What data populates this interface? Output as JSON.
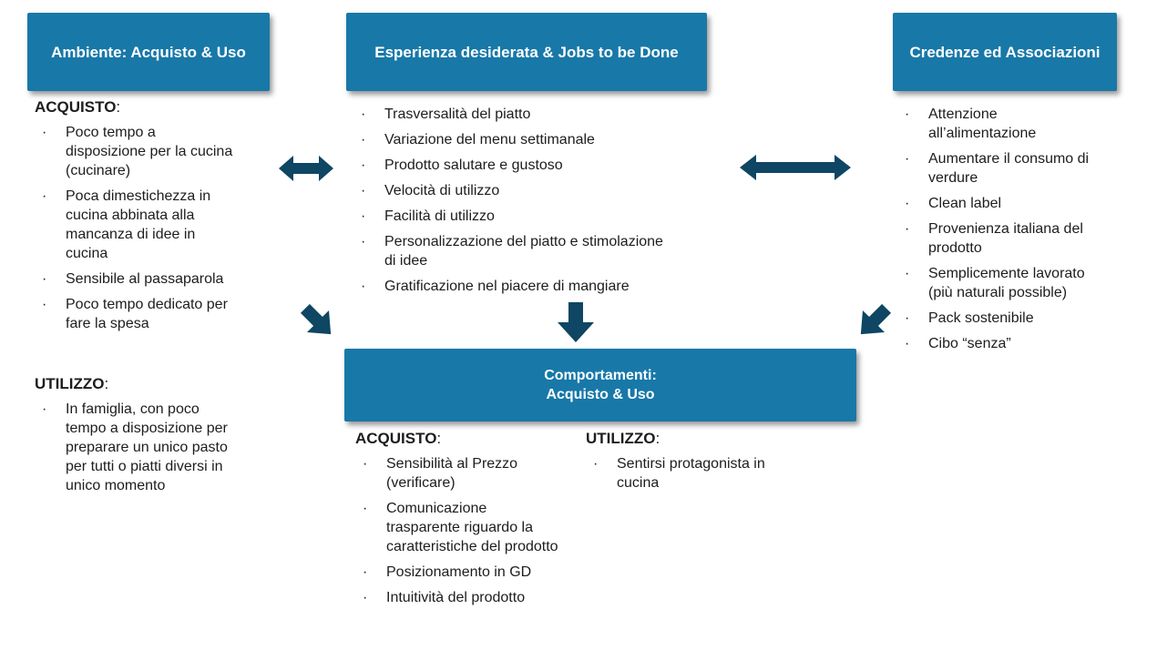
{
  "tokens": {
    "bullet": "·",
    "colon": ":"
  },
  "colors": {
    "header_blue": "#1878A8",
    "arrow_navy": "#0E4663",
    "text_dark": "#1D1D1D",
    "title_white": "#FFFFFF"
  },
  "panels": {
    "left": {
      "title": "Ambiente: Acquisto & Uso",
      "sections": [
        {
          "heading": "ACQUISTO",
          "items": [
            "Poco tempo a disposizione per la cucina (cucinare)",
            "Poca dimestichezza in cucina abbinata alla mancanza di idee in cucina",
            "Sensibile al passaparola",
            "Poco tempo dedicato per fare la spesa"
          ]
        },
        {
          "heading": "UTILIZZO",
          "items": [
            "In famiglia, con poco tempo a disposizione per preparare un unico pasto per tutti o piatti diversi in unico momento"
          ]
        }
      ]
    },
    "middle": {
      "title": "Esperienza desiderata & Jobs to be Done",
      "items": [
        "Trasversalità del piatto",
        "Variazione del menu settimanale",
        "Prodotto salutare e gustoso",
        "Velocità di utilizzo",
        "Facilità di utilizzo",
        "Personalizzazione del piatto e stimolazione di idee",
        "Gratificazione nel piacere di mangiare"
      ]
    },
    "right": {
      "title": "Credenze ed Associazioni",
      "items": [
        "Attenzione all’alimentazione",
        "Aumentare il consumo di verdure",
        "Clean label",
        "Provenienza italiana del prodotto",
        "Semplicemente lavorato (più naturali possible)",
        "Pack sostenibile",
        "Cibo “senza”"
      ]
    },
    "bottom": {
      "title_line1": "Comportamenti:",
      "title_line2": "Acquisto & Uso",
      "columns": [
        {
          "heading": "ACQUISTO",
          "items": [
            "Sensibilità al Prezzo (verificare)",
            "Comunicazione trasparente riguardo la caratteristiche del prodotto",
            "Posizionamento in GD",
            "Intuitività del prodotto"
          ]
        },
        {
          "heading": "UTILIZZO",
          "items": [
            "Sentirsi protagonista in cucina"
          ]
        }
      ]
    }
  }
}
